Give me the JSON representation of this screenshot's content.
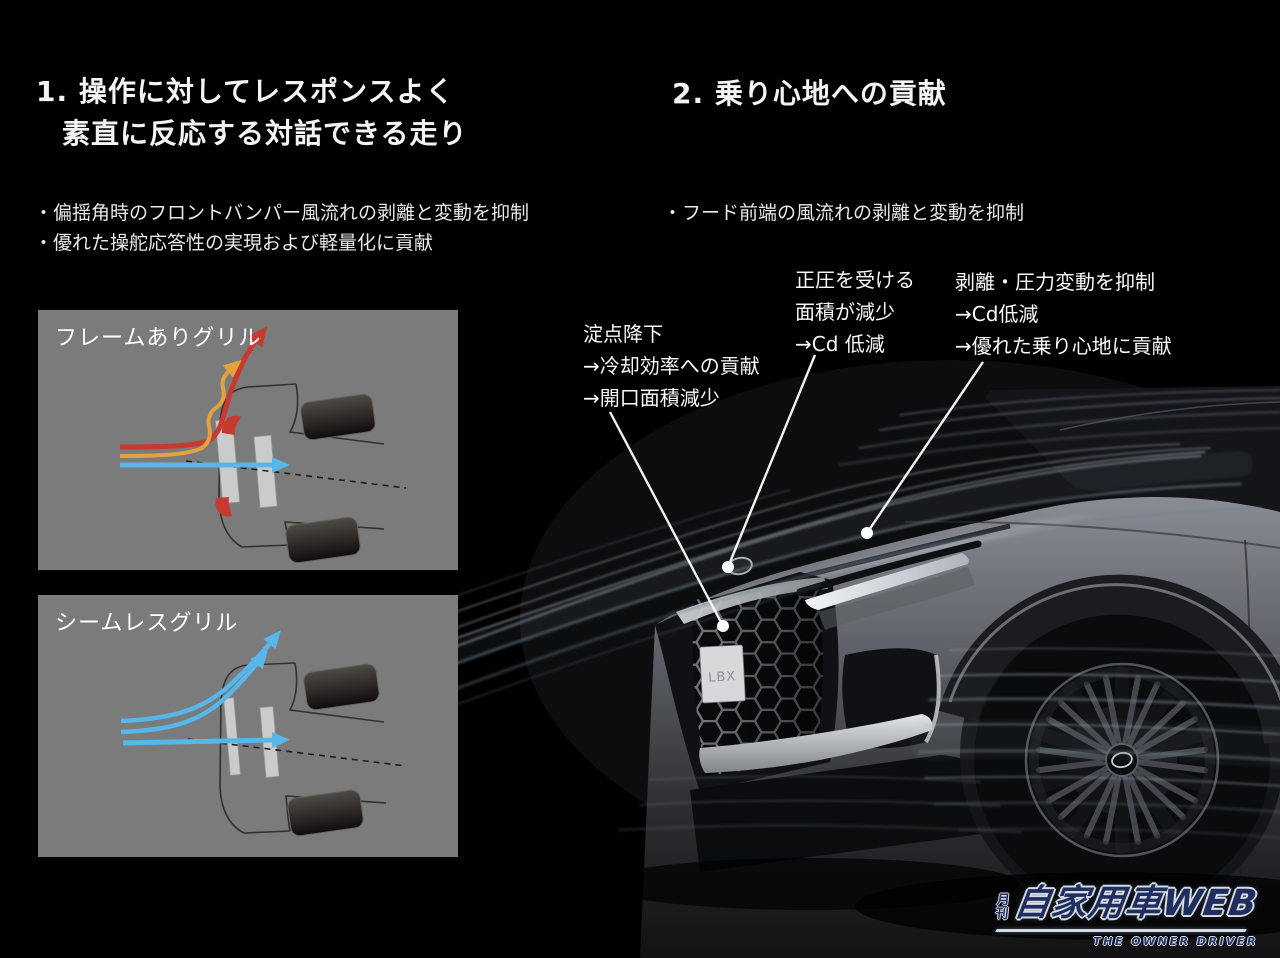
{
  "left_section": {
    "heading_line1": "1. 操作に対してレスポンスよく",
    "heading_line2": "素直に反応する対話できる走り",
    "bullet1": "・偏揺角時のフロントバンパー風流れの剥離と変動を抑制",
    "bullet2": "・優れた操舵応答性の実現および軽量化に貢献"
  },
  "right_section": {
    "heading": "2. 乗り心地への貢献",
    "bullet1": "・フード前端の風流れの剥離と変動を抑制"
  },
  "diagrams": {
    "framed": {
      "label": "フレームありグリル"
    },
    "seamless": {
      "label": "シームレスグリル"
    }
  },
  "annotations": {
    "stagnation": {
      "line1": "淀点降下",
      "line2": "→冷却効率への貢献",
      "line3": "→開口面積減少"
    },
    "pressure": {
      "line1": "正圧を受ける",
      "line2": "面積が減少",
      "line3": "→Cd 低減"
    },
    "separation": {
      "line1": "剥離・圧力変動を抑制",
      "line2": "→Cd低減",
      "line3": "→優れた乗り心地に貢献"
    }
  },
  "car": {
    "plate": "LBX"
  },
  "logo": {
    "prefix": "月刊",
    "main": "自家用車WEB",
    "tagline": "THE OWNER DRIVER"
  },
  "colors": {
    "background": "#000000",
    "panel_gray": "#7b7b7b",
    "arrow_red": "#c8392f",
    "arrow_orange": "#e2a23d",
    "arrow_blue": "#58b7ea",
    "text": "#f2f2f2",
    "leader_line": "#ffffff",
    "logo_navy": "#24356b"
  }
}
